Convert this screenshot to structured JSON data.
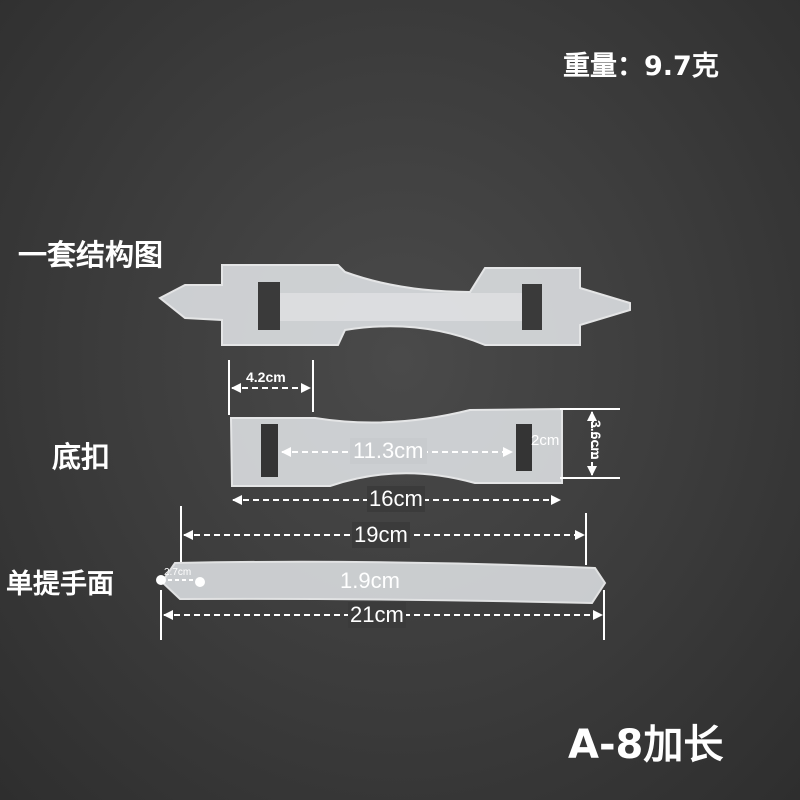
{
  "weight": "重量：9.7克",
  "labels": {
    "assembly": "一套结构图",
    "buckle": "底扣",
    "handle": "单提手面"
  },
  "dimensions": {
    "buckle_end_width": "4.2cm",
    "slot_spacing": "11.3cm",
    "slot_height": "2cm",
    "buckle_height": "3.6cm",
    "buckle_length": "16cm",
    "handle_inner_length": "19cm",
    "handle_end_width": "2.7cm",
    "handle_width": "1.9cm",
    "handle_length": "21cm"
  },
  "model": "A-8加长",
  "colors": {
    "background": "#3b3b3b",
    "plastic": "#e6e8ea",
    "text": "#ffffff"
  }
}
